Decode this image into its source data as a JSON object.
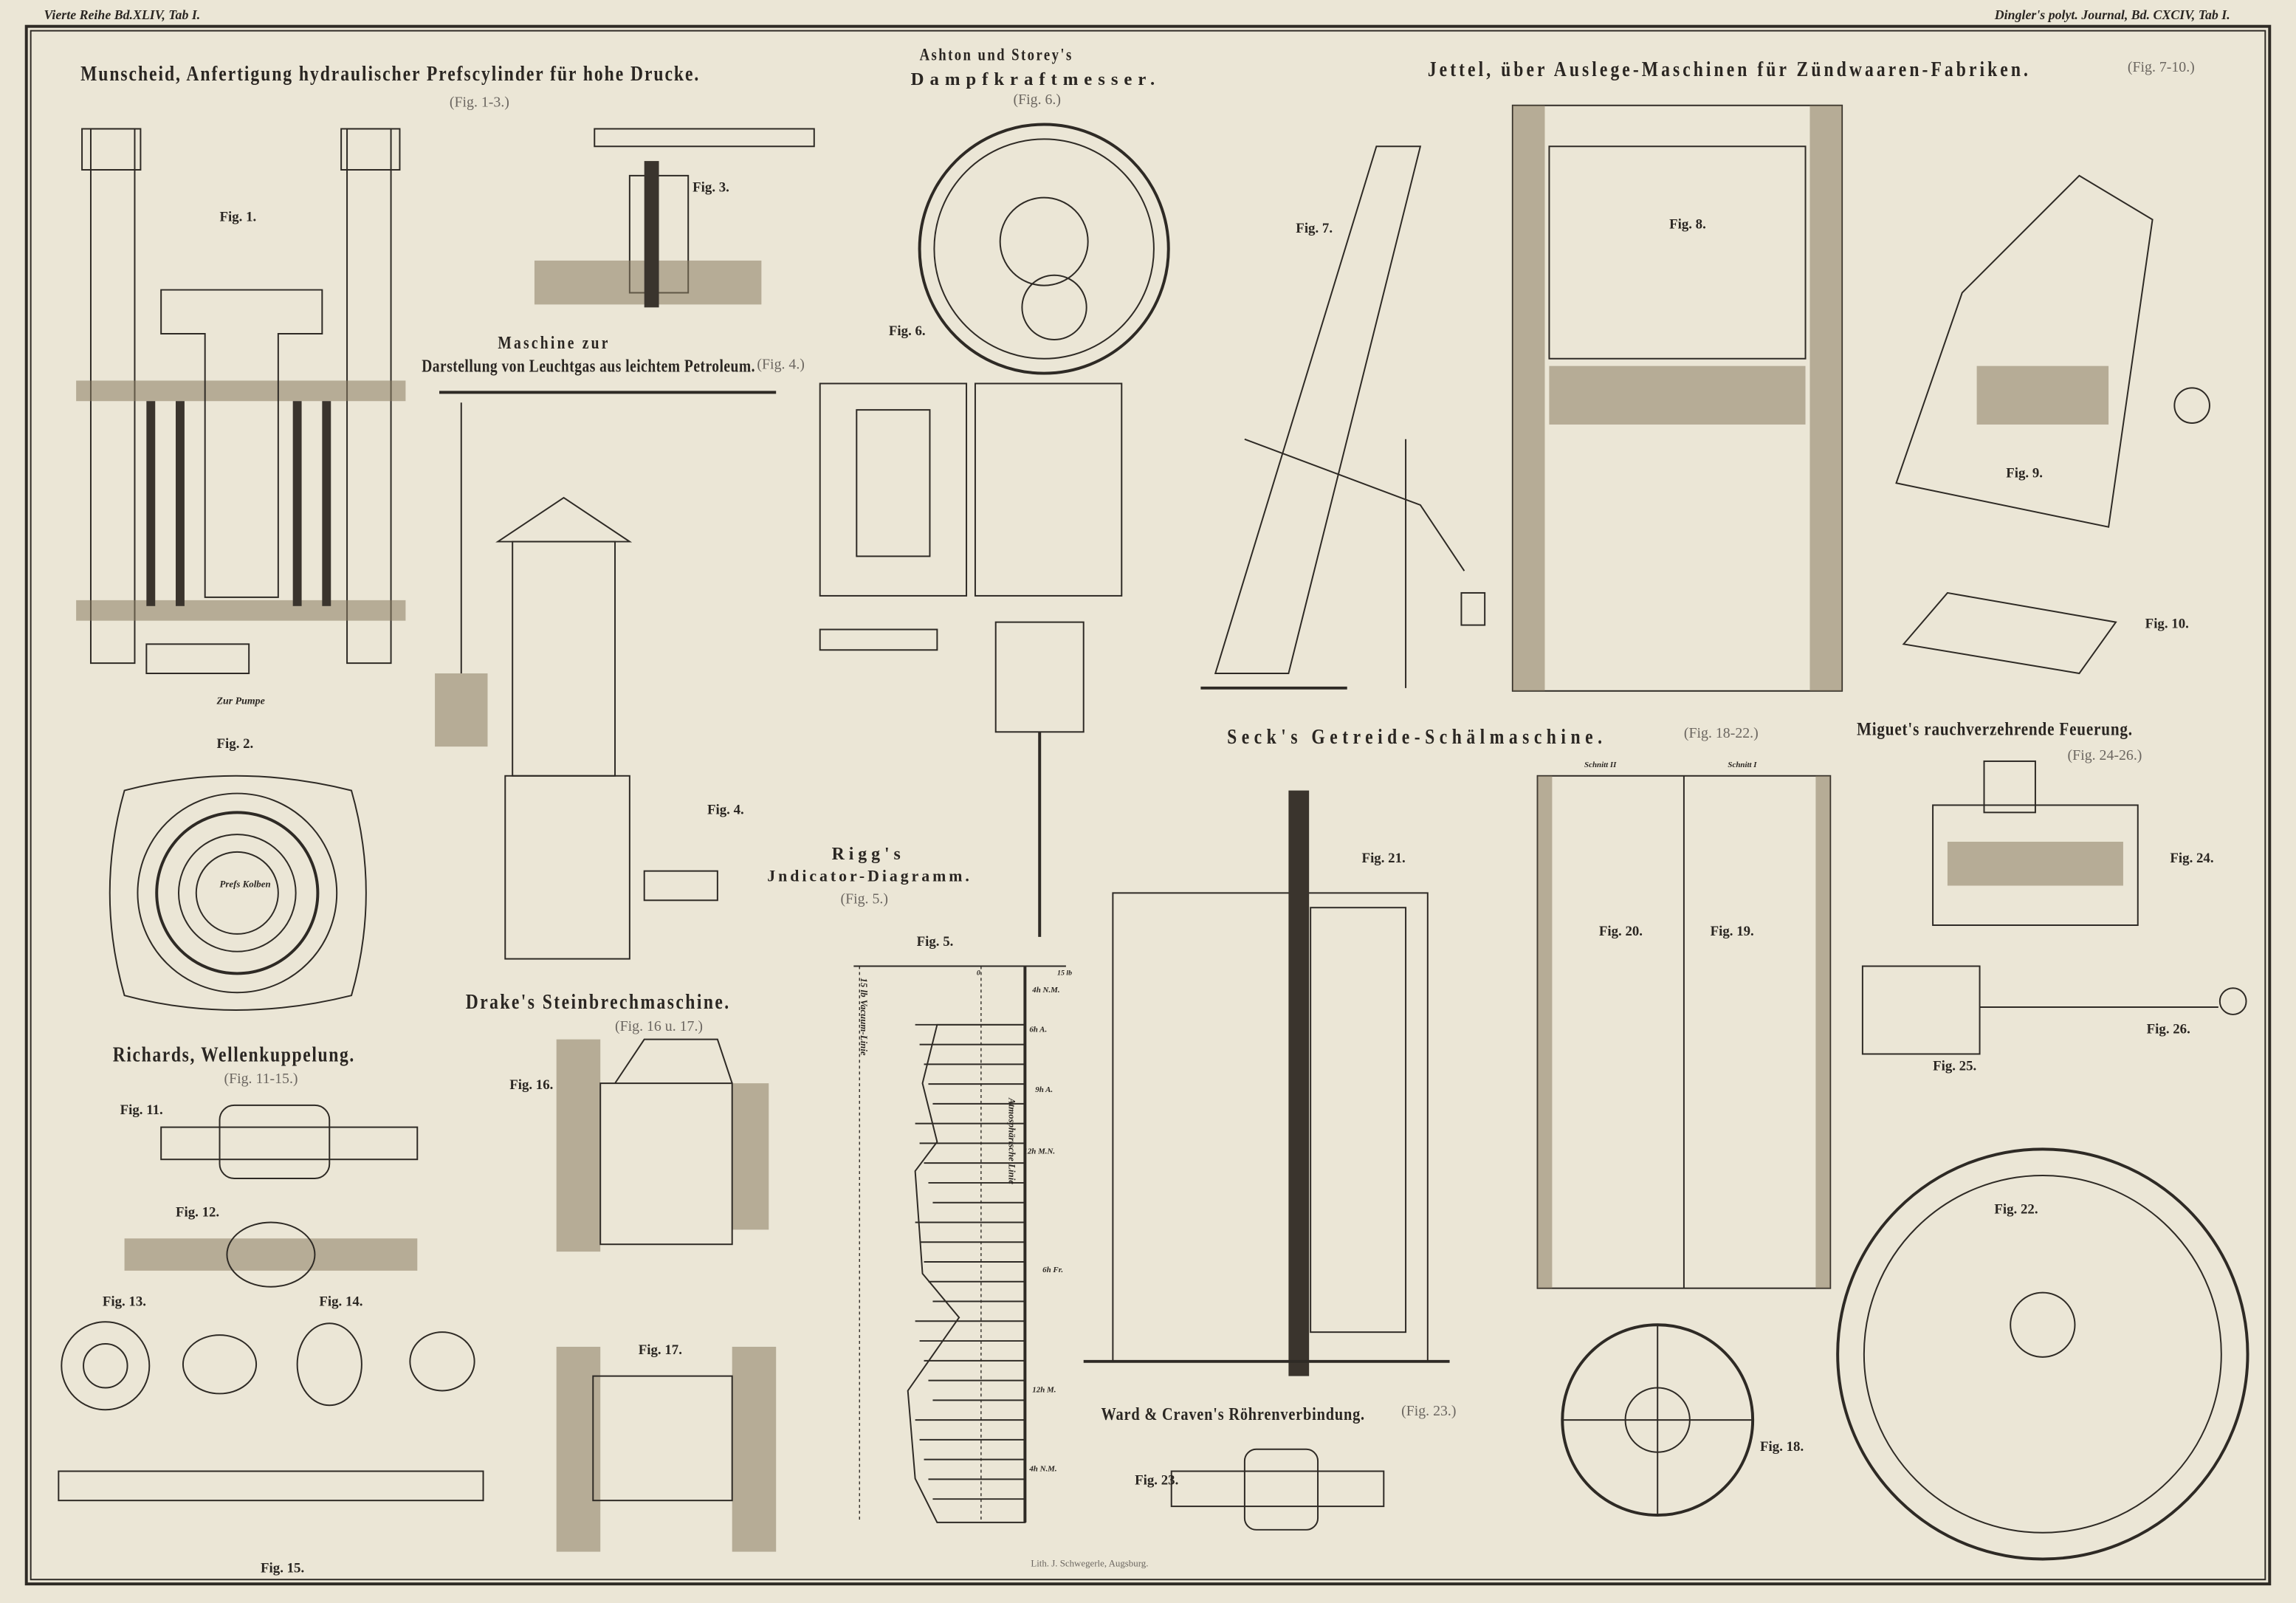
{
  "header": {
    "left": "Vierte Reihe Bd.XLIV, Tab I.",
    "right": "Dingler's polyt. Journal, Bd. CXCIV, Tab I."
  },
  "sections": {
    "munscheid": {
      "title": "Munscheid, Anfertigung hydraulischer Prefscylinder für hohe Drucke.",
      "figs": "(Fig. 1-3.)"
    },
    "ashton": {
      "title_1": "Ashton und Storey's",
      "title_2": "Dampfkraftmesser.",
      "figs": "(Fig. 6.)"
    },
    "jettel": {
      "title": "Jettel, über Auslege-Maschinen für Zündwaaren-Fabriken.",
      "figs": "(Fig. 7-10.)"
    },
    "maschine": {
      "title_1": "Maschine zur",
      "title_2": "Darstellung von Leuchtgas aus leichtem Petroleum.",
      "figs": "(Fig. 4.)"
    },
    "rigg": {
      "title_1": "Rigg's",
      "title_2": "Jndicator-Diagramm.",
      "figs": "(Fig. 5.)"
    },
    "drake": {
      "title": "Drake's Steinbrechmaschine.",
      "figs": "(Fig. 16 u. 17.)"
    },
    "richards": {
      "title": "Richards, Wellenkuppelung.",
      "figs": "(Fig. 11-15.)"
    },
    "seck": {
      "title": "Seck's Getreide-Schälmaschine.",
      "figs": "(Fig. 18-22.)"
    },
    "miguet": {
      "title": "Miguet's rauchverzehrende Feuerung.",
      "figs": "(Fig. 24-26.)"
    },
    "ward": {
      "title": "Ward & Craven's Röhrenverbindung.",
      "figs": "(Fig. 23.)"
    }
  },
  "figure_labels": {
    "f1": "Fig. 1.",
    "f2": "Fig. 2.",
    "f3": "Fig. 3.",
    "f4": "Fig. 4.",
    "f5": "Fig. 5.",
    "f6": "Fig. 6.",
    "f7": "Fig. 7.",
    "f8": "Fig. 8.",
    "f9": "Fig. 9.",
    "f10": "Fig. 10.",
    "f11": "Fig. 11.",
    "f12": "Fig. 12.",
    "f13": "Fig. 13.",
    "f14": "Fig. 14.",
    "f15": "Fig. 15.",
    "f16": "Fig. 16.",
    "f17": "Fig. 17.",
    "f18": "Fig. 18.",
    "f19": "Fig. 19.",
    "f20": "Fig. 20.",
    "f21": "Fig. 21.",
    "f22": "Fig. 22.",
    "f23": "Fig. 23.",
    "f24": "Fig. 24.",
    "f25": "Fig. 25.",
    "f26": "Fig. 26."
  },
  "annotations": {
    "zur_pumpe": "Zur Pumpe",
    "prefs_kolben": "Prefs Kolben",
    "schnitt_2": "Schnitt II",
    "schnitt_1": "Schnitt I",
    "vacuum_linie": "15 lb Vacuum-Linie",
    "atmos_linie": "Atmosphärische Linie",
    "scale_zero": "0",
    "scale_end": "15 lb",
    "times": [
      "4h N.M.",
      "6h A.",
      "9h A.",
      "12h M.N.",
      "6h Fr.",
      "12h M.",
      "4h N.M."
    ]
  },
  "credit": "Lith. J. Schwegerle, Augsburg."
}
